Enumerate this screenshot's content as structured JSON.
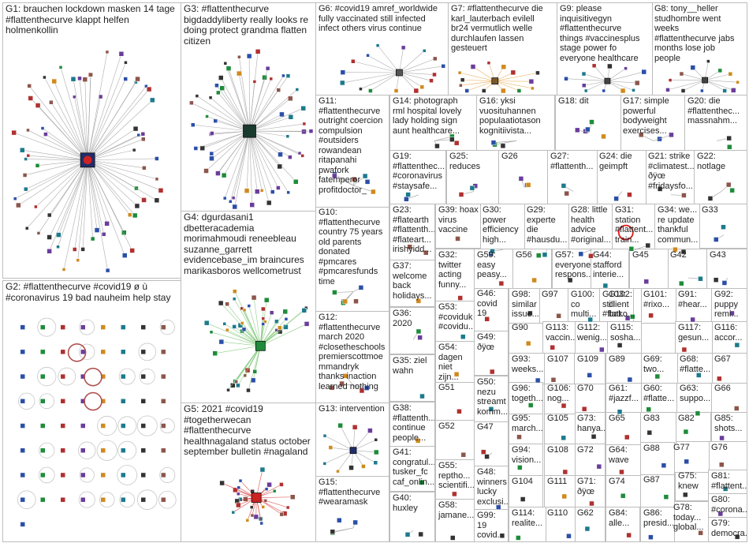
{
  "graph": {
    "colors": {
      "edge": "#9e9e9e",
      "edge_green": "#7cc576",
      "edge_red": "#d23030",
      "edge_orange": "#e8a23c",
      "panel_border": "#bdbdbd",
      "node_dark": "#1f2d6b",
      "node_green": "#1e8c3a",
      "node_red": "#cc2222",
      "ring": "#b05050"
    },
    "groups": [
      {
        "id": "G1",
        "label": "G1: brauchen lockdown masken 14 tage\n#flattenthecurve klappt helfen\nholmenkollin",
        "big": true
      },
      {
        "id": "G2",
        "label": "G2: #flattenthecurve #covid19 ø ù\n#coronavirus 19 bad nauheim help stay",
        "big": true
      },
      {
        "id": "G3",
        "label": "G3: #flattenthecurve\nbigdaddyliberty really looks re\ndoing protect grandma flatten\ncitizen",
        "big": true
      },
      {
        "id": "G4",
        "label": "G4: dgurdasani1\ndbetteracademia\nmorimahmoudi reneebleau\nsuzanne_garrett\nevidencebase_im braincures\nmarikasboros wellcometrust",
        "big": true
      },
      {
        "id": "G5",
        "label": "G5: 2021 #covid19\n#togetherwecan\n#flattenthecurve\nhealthnagaland status october\nseptember bulletin #nagaland",
        "big": true
      },
      {
        "id": "G6",
        "label": "G6: #covid19 amref_worldwide\nfully vaccinated still infected\ninfect others virus continue"
      },
      {
        "id": "G7",
        "label": "G7: #flattenthecurve die\nkarl_lauterbach evilell\nbr24 vermutlich welle\ndurchlaufen lassen\ngesteuert"
      },
      {
        "id": "G8",
        "label": "G8: tony__heller\nstudhombre went\nweeks\n#flattenthecurve jabs\nmonths lose job\npeople"
      },
      {
        "id": "G9",
        "label": "G9: please\ninquisitivegyn\n#flattenthecurve\nthings #vaccinesplus\nstage power fo\neveryone healthcare"
      },
      {
        "id": "G10",
        "label": "G10:\n#flattenthecurve\ncountry 75 years\nold parents\ndonated\n#pmcares\n#pmcaresfunds\ntime"
      },
      {
        "id": "G11",
        "label": "G11:\n#flattenthecurve\noutright coercion\ncompulsion\n#outsiders\nrowandean\nritapanahi\npwafork\nfatemperor\nprofitdoctor_"
      },
      {
        "id": "G12",
        "label": "G12:\n#flattenthecurve\nmarch 2020\n#closetheschools\npremierscottmoe\nmmandryk\nthanks inaction\nlearned nothing"
      },
      {
        "id": "G13",
        "label": "G13: intervention"
      },
      {
        "id": "G14",
        "label": "G14: photograph\nrml hospital lovely\nlady holding sign\naunt healthcare..."
      },
      {
        "id": "G15",
        "label": "G15:\n#flattenthecurve\n#wearamask"
      },
      {
        "id": "G16",
        "label": "G16: yksi\nvuosituhannen\npopulaatiotason\nkognitiivista..."
      },
      {
        "id": "G17",
        "label": "G17: simple\npowerful\nbodyweight\nexercises..."
      },
      {
        "id": "G18",
        "label": "G18: dit"
      },
      {
        "id": "G19",
        "label": "G19:\n#flattenthec...\n#coronavirus\n#staysafe..."
      },
      {
        "id": "G20",
        "label": "G20: die\n#flattenthec...\nmassnahm..."
      },
      {
        "id": "G21",
        "label": "G21: strike\n#climatest...\nðÿœ\n#fridaysfo..."
      },
      {
        "id": "G22",
        "label": "G22:\nnotlage"
      },
      {
        "id": "G23",
        "label": "G23:\n#flatearth\n#flattenth...\n#flateart...\nirishyidd..."
      },
      {
        "id": "G24",
        "label": "G24: die\ngeimpft"
      },
      {
        "id": "G25",
        "label": "G25:\nreduces"
      },
      {
        "id": "G26",
        "label": "G26"
      },
      {
        "id": "G27",
        "label": "G27:\n#flattenth..."
      },
      {
        "id": "G28",
        "label": "G28: little\nhealth\nadvice\n#original..."
      },
      {
        "id": "G29",
        "label": "G29:\nexperte\ndie\n#hausdu..."
      },
      {
        "id": "G30",
        "label": "G30:\npower\nefficiency\nhigh..."
      },
      {
        "id": "G31",
        "label": "G31:\nstation\n#flattent...\ntrain..."
      },
      {
        "id": "G32",
        "label": "G32:\ntwitter\nacting\nfunny..."
      },
      {
        "id": "G33",
        "label": "G33"
      },
      {
        "id": "G34",
        "label": "G34: we...\nre update\nthankful\ncommun..."
      },
      {
        "id": "G35",
        "label": "G35: ziel\nwahn"
      },
      {
        "id": "G36",
        "label": "G36: 2020"
      },
      {
        "id": "G37",
        "label": "G37:\nwelcome\nback\nholidays..."
      },
      {
        "id": "G38",
        "label": "G38:\n#flattenth...\ncontinue\npeople..."
      },
      {
        "id": "G39",
        "label": "G39: hoax\nvirus\nvaccine"
      },
      {
        "id": "G40",
        "label": "G40:\nhuxley"
      },
      {
        "id": "G41",
        "label": "G41:\ncongratul...\ntusker_fc\ncaf_onlin..."
      },
      {
        "id": "G42",
        "label": "G42"
      },
      {
        "id": "G43",
        "label": "G43"
      },
      {
        "id": "G44",
        "label": "G44:\nstafford\ninterie..."
      },
      {
        "id": "G45",
        "label": "G45"
      },
      {
        "id": "G46",
        "label": "G46:\ncovid\n19"
      },
      {
        "id": "G47",
        "label": "G47"
      },
      {
        "id": "G48",
        "label": "G48:\nwinners\nlucky\nexclusi..."
      },
      {
        "id": "G49",
        "label": "G49:\nðÿœ"
      },
      {
        "id": "G50",
        "label": "G50:\nnezu\nstreamt\nkomm..."
      },
      {
        "id": "G51",
        "label": "G51"
      },
      {
        "id": "G52",
        "label": "G52"
      },
      {
        "id": "G53",
        "label": "G53:\n#coviduk\n#covidu..."
      },
      {
        "id": "G54",
        "label": "G54:\ndagen\nniet zijn..."
      },
      {
        "id": "G55",
        "label": "G55:\nreptho...\nscientifi..."
      },
      {
        "id": "G56",
        "label": "G56"
      },
      {
        "id": "G57",
        "label": "G57:\neveryone\nrespons..."
      },
      {
        "id": "G58",
        "label": "G58:\njamane..."
      },
      {
        "id": "G59",
        "label": "G59:\neasy\npeasy..."
      },
      {
        "id": "G60",
        "label": "G60:\n#flatte..."
      },
      {
        "id": "G61",
        "label": "G61:\n#jazzf..."
      },
      {
        "id": "G62",
        "label": "G62"
      },
      {
        "id": "G63",
        "label": "G63:\nsuppo..."
      },
      {
        "id": "G64",
        "label": "G64:\nwave"
      },
      {
        "id": "G65",
        "label": "G65"
      },
      {
        "id": "G66",
        "label": "G66"
      },
      {
        "id": "G67",
        "label": "G67"
      },
      {
        "id": "G68",
        "label": "G68:\n#flatte..."
      },
      {
        "id": "G69",
        "label": "G69:\ntwo..."
      },
      {
        "id": "G70",
        "label": "G70"
      },
      {
        "id": "G71",
        "label": "G71:\nðÿœ"
      },
      {
        "id": "G72",
        "label": "G72"
      },
      {
        "id": "G73",
        "label": "G73:\nhanya..."
      },
      {
        "id": "G74",
        "label": "G74"
      },
      {
        "id": "G75",
        "label": "G75:\nknew"
      },
      {
        "id": "G76",
        "label": "G76"
      },
      {
        "id": "G77",
        "label": "G77"
      },
      {
        "id": "G78",
        "label": "G78:\ntoday...\nglobal..."
      },
      {
        "id": "G79",
        "label": "G79:\ndemocra..."
      },
      {
        "id": "G80",
        "label": "G80:\n#corona..."
      },
      {
        "id": "G81",
        "label": "G81:\n#flattent..."
      },
      {
        "id": "G82",
        "label": "G82"
      },
      {
        "id": "G83",
        "label": "G83"
      },
      {
        "id": "G84",
        "label": "G84:\nalle..."
      },
      {
        "id": "G85",
        "label": "G85:\nshots..."
      },
      {
        "id": "G86",
        "label": "G86:\npresid..."
      },
      {
        "id": "G87",
        "label": "G87"
      },
      {
        "id": "G88",
        "label": "G88"
      },
      {
        "id": "G89",
        "label": "G89"
      },
      {
        "id": "G90",
        "label": "G90"
      },
      {
        "id": "G91",
        "label": "G91:\n#hear..."
      },
      {
        "id": "G92",
        "label": "G92:\npuppy\nremi..."
      },
      {
        "id": "G93",
        "label": "G93:\nweeks..."
      },
      {
        "id": "G94",
        "label": "G94:\nvision..."
      },
      {
        "id": "G95",
        "label": "G95:\nmarch..."
      },
      {
        "id": "G96",
        "label": "G96:\ntogeth..."
      },
      {
        "id": "G97",
        "label": "G97"
      },
      {
        "id": "G98",
        "label": "G98:\nsimilar\nissue..."
      },
      {
        "id": "G99",
        "label": "G99: 19\ncovid..."
      },
      {
        "id": "G100",
        "label": "G100:\nco\nmulti..."
      },
      {
        "id": "G101",
        "label": "G101:\n#rixo..."
      },
      {
        "id": "G102",
        "label": "G102:\nclient\nbako..."
      },
      {
        "id": "G103",
        "label": "G103:\nstill\n#flatt..."
      },
      {
        "id": "G104",
        "label": "G104"
      },
      {
        "id": "G105",
        "label": "G105"
      },
      {
        "id": "G106",
        "label": "G106:\nnog..."
      },
      {
        "id": "G107",
        "label": "G107"
      },
      {
        "id": "G108",
        "label": "G108"
      },
      {
        "id": "G109",
        "label": "G109"
      },
      {
        "id": "G110",
        "label": "G110"
      },
      {
        "id": "G111",
        "label": "G111"
      },
      {
        "id": "G112",
        "label": "G112:\nwenig..."
      },
      {
        "id": "G113",
        "label": "G113:\nvaccin..."
      },
      {
        "id": "G114",
        "label": "G114:\nrealite..."
      },
      {
        "id": "G115",
        "label": "G115:\nsosha..."
      },
      {
        "id": "G116",
        "label": "G116:\naccor..."
      },
      {
        "id": "G117",
        "label": "G117:\ngesun..."
      }
    ]
  }
}
